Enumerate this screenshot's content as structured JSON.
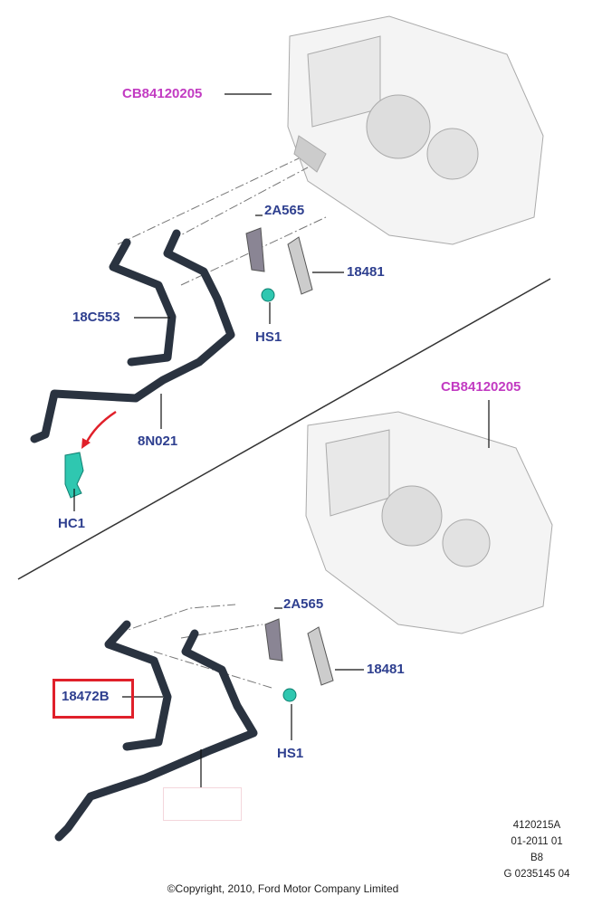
{
  "diagram": {
    "upper": {
      "labels": {
        "assembly": "CB84120205",
        "bracket": "2A565",
        "clip": "18481",
        "hose_a": "18C553",
        "screw": "HS1",
        "hose_b": "8N021",
        "connector": "HC1"
      }
    },
    "lower": {
      "labels": {
        "assembly": "CB84120205",
        "bracket": "2A565",
        "clip": "18481",
        "hose_highlighted": "18472B",
        "screw": "HS1"
      }
    },
    "reference": {
      "lines": [
        "4120215A",
        "01-2011 01",
        "B8",
        "G 0235145 04"
      ]
    },
    "copyright": "©Copyright, 2010, Ford Motor Company Limited",
    "colors": {
      "label": "#2e3f8f",
      "assembly_label": "#c23bc2",
      "highlight": "#e0202a",
      "part_green": "#2fc7b0"
    }
  }
}
